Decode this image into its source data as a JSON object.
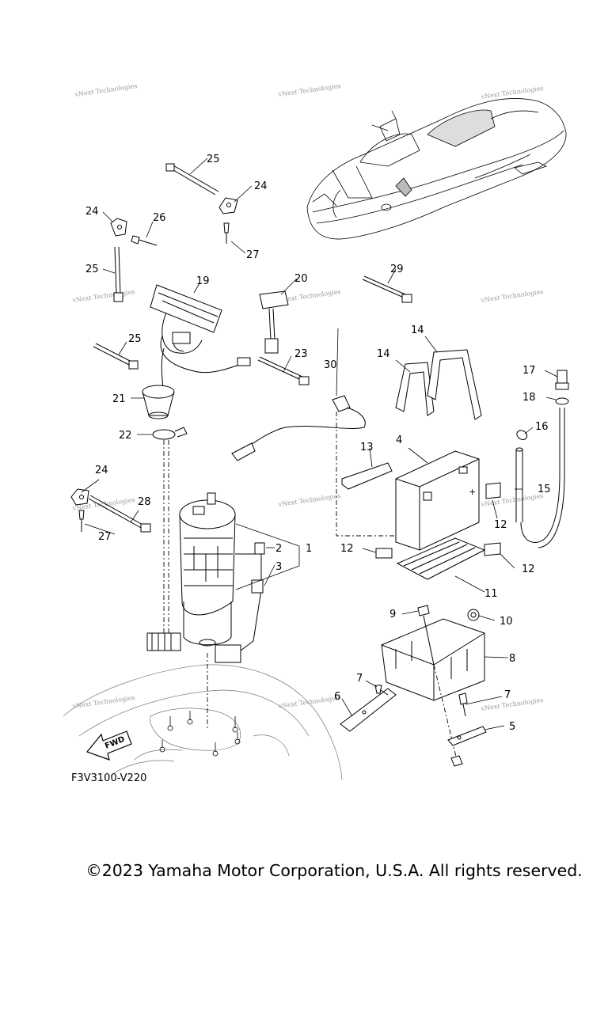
{
  "diagram": {
    "code": "F3V3100-V220",
    "fwd_label": "FWD",
    "watermark": "vNext Technologies",
    "callouts": {
      "c1": "1",
      "c2": "2",
      "c3": "3",
      "c4": "4",
      "c5": "5",
      "c6": "6",
      "c7a": "7",
      "c7b": "7",
      "c8": "8",
      "c9": "9",
      "c10": "10",
      "c11": "11",
      "c12a": "12",
      "c12b": "12",
      "c12c": "12",
      "c13": "13",
      "c14a": "14",
      "c14b": "14",
      "c15": "15",
      "c16": "16",
      "c17": "17",
      "c18": "18",
      "c19": "19",
      "c20": "20",
      "c21": "21",
      "c22": "22",
      "c23": "23",
      "c24a": "24",
      "c24b": "24",
      "c24c": "24",
      "c25a": "25",
      "c25b": "25",
      "c25c": "25",
      "c26": "26",
      "c27a": "27",
      "c27b": "27",
      "c28": "28",
      "c29": "29",
      "c30": "30"
    }
  },
  "footer": {
    "copyright": "©2023 Yamaha Motor Corporation, U.S.A. All rights reserved."
  }
}
